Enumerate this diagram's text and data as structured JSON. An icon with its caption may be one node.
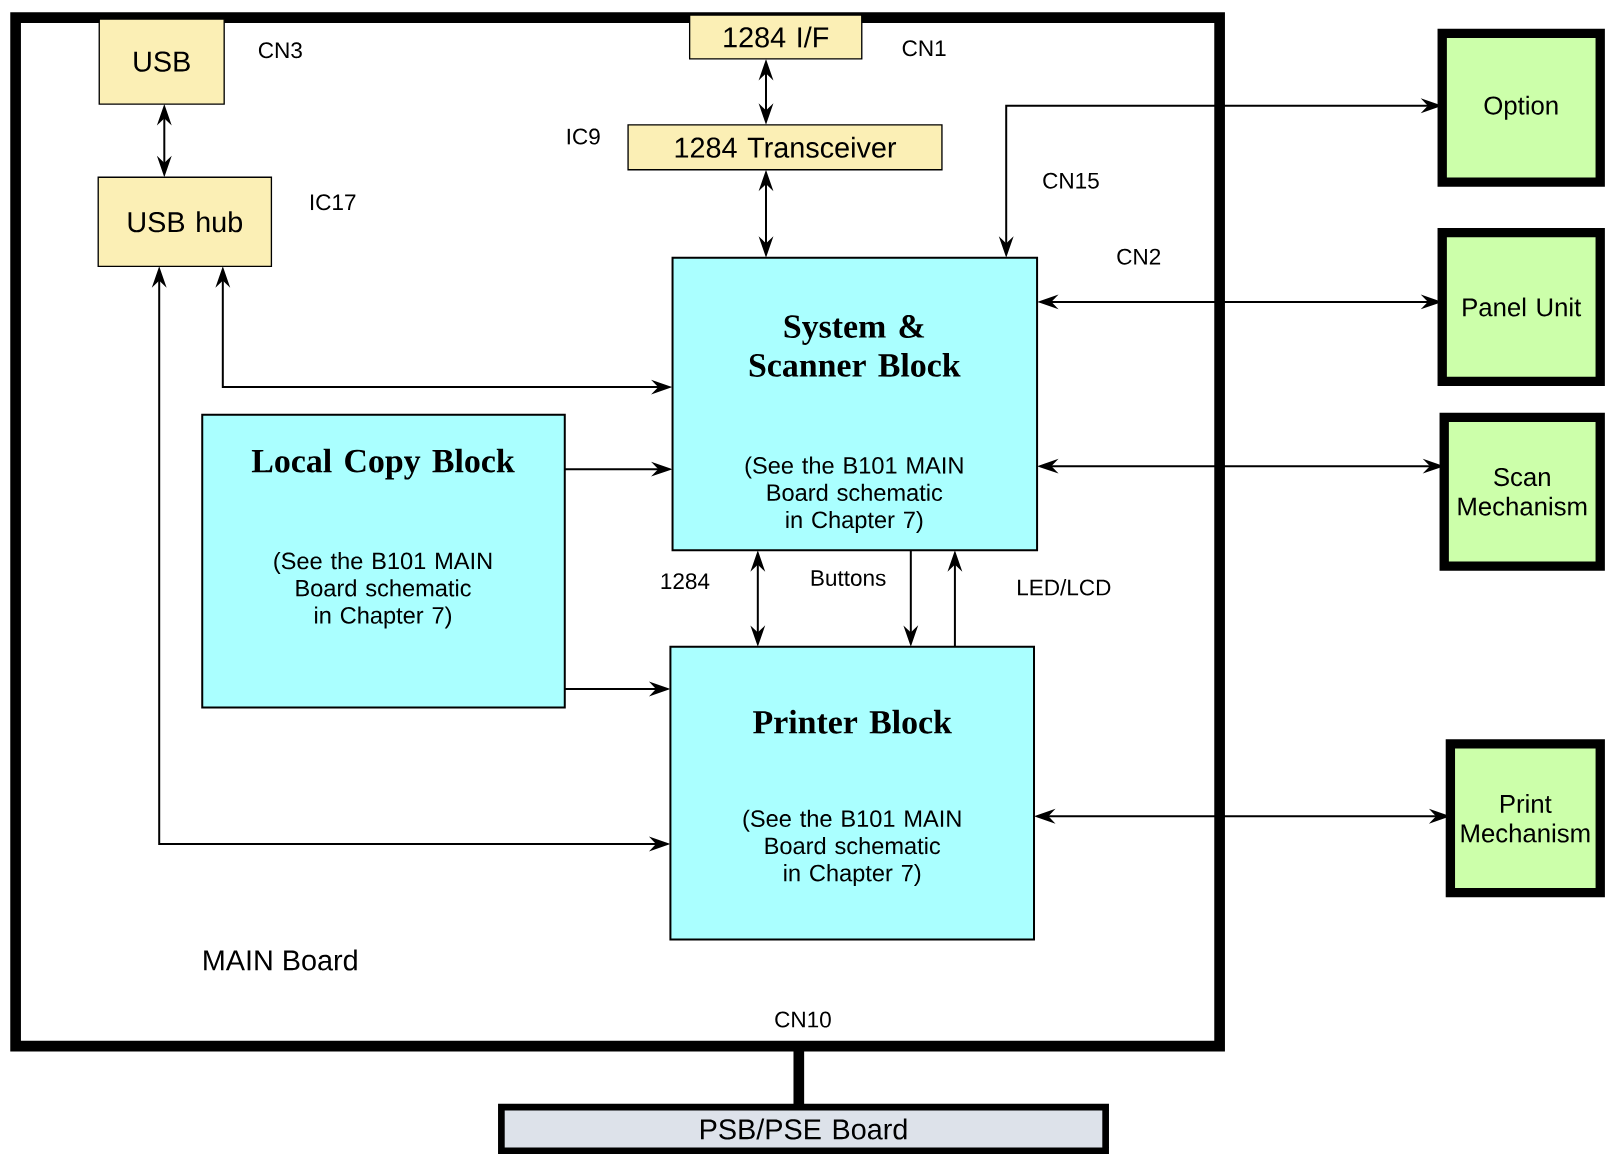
{
  "diagram": {
    "nodes": [
      {
        "text": [
          "MAIN Board"
        ]
      },
      {
        "text": [
          "USB"
        ],
        "beside": [
          "CN3"
        ],
        "in": 0
      },
      {
        "text": [
          "USB hub"
        ],
        "beside": [
          "IC17"
        ],
        "in": 0
      },
      {
        "text": [
          "1284 I/F"
        ],
        "beside": [
          "CN1"
        ],
        "in": 0
      },
      {
        "text": [
          "1284 Transceiver"
        ],
        "beside": [
          "IC9"
        ],
        "in": 0
      },
      {
        "text": [
          "System & Scanner Block",
          "(See the B101 MAIN Board schematic in Chapter 7)"
        ],
        "in": 0
      },
      {
        "text": [
          "Local Copy Block",
          "(See the B101 MAIN Board schematic in Chapter 7)"
        ],
        "in": 0
      },
      {
        "text": [
          "Printer Block",
          "(See the B101 MAIN Board schematic in Chapter 7)"
        ],
        "in": 0
      },
      {
        "text": [
          "Option"
        ]
      },
      {
        "text": [
          "Panel Unit"
        ]
      },
      {
        "text": [
          "Scan Mechanism"
        ]
      },
      {
        "text": [
          "Print Mechanism"
        ]
      },
      {
        "text": [
          "PSB/PSE Board"
        ]
      }
    ],
    "edges": [
      {
        "from": 1,
        "to": 2,
        "arrow": "both"
      },
      {
        "from": 3,
        "to": 4,
        "arrow": "both"
      },
      {
        "from": 4,
        "to": 5,
        "arrow": "both"
      },
      {
        "from": 2,
        "to": 5,
        "arrow": "both"
      },
      {
        "from": 2,
        "to": 7,
        "arrow": "both"
      },
      {
        "from": 6,
        "to": 5,
        "arrow": "to"
      },
      {
        "from": 6,
        "to": 7,
        "arrow": "to"
      },
      {
        "from": 5,
        "to": 7,
        "arrow": "both",
        "label": "1284"
      },
      {
        "from": 5,
        "to": 7,
        "arrow": "to",
        "label": "Buttons"
      },
      {
        "from": 7,
        "to": 5,
        "arrow": "to",
        "label": "LED/LCD"
      },
      {
        "from": 5,
        "to": 8,
        "arrow": "both",
        "label": "CN15"
      },
      {
        "from": 5,
        "to": 9,
        "arrow": "both",
        "label": "CN2"
      },
      {
        "from": 5,
        "to": 10,
        "arrow": "both"
      },
      {
        "from": 7,
        "to": 11,
        "arrow": "both"
      },
      {
        "from": 0,
        "to": 12,
        "arrow": "none",
        "style": "thick",
        "label": "CN10"
      }
    ]
  }
}
